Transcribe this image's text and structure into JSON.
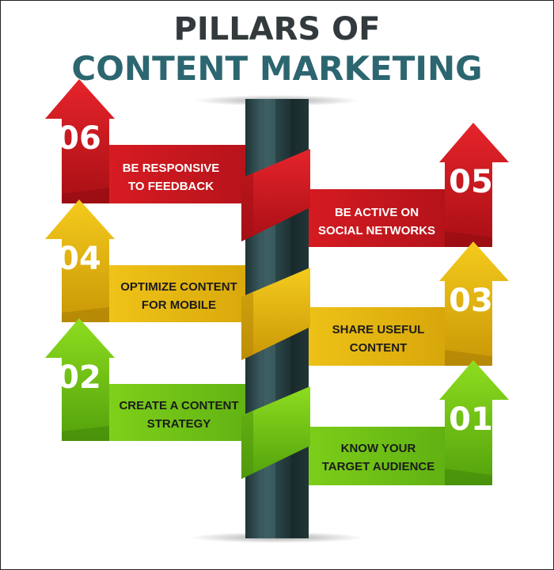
{
  "title": {
    "line1": "PILLARS OF",
    "line2": "CONTENT MARKETING"
  },
  "colors": {
    "red": "#c8161d",
    "yellow": "#e3b50f",
    "green": "#6cbf16",
    "pole": "#2e4a4d",
    "title_dark": "#333a3d",
    "title_teal": "#2c6670"
  },
  "pillars": [
    {
      "number": "06",
      "line1": "BE RESPONSIVE",
      "line2": "TO FEEDBACK",
      "color": "red"
    },
    {
      "number": "05",
      "line1": "BE ACTIVE ON",
      "line2": "SOCIAL NETWORKS",
      "color": "red"
    },
    {
      "number": "04",
      "line1": "OPTIMIZE CONTENT",
      "line2": "FOR MOBILE",
      "color": "yellow"
    },
    {
      "number": "03",
      "line1": "SHARE USEFUL",
      "line2": "CONTENT",
      "color": "yellow"
    },
    {
      "number": "02",
      "line1": "CREATE A CONTENT",
      "line2": "STRATEGY",
      "color": "green"
    },
    {
      "number": "01",
      "line1": "KNOW YOUR",
      "line2": "TARGET AUDIENCE",
      "color": "green"
    }
  ]
}
